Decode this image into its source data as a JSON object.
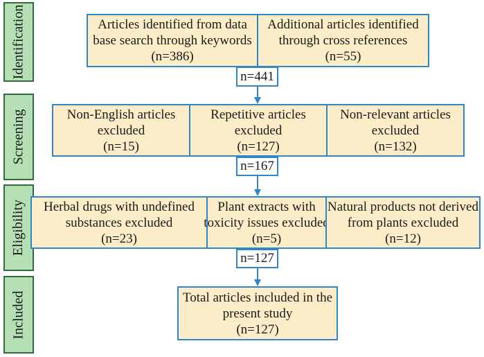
{
  "stages": {
    "identification": "Identification",
    "screening": "Screening",
    "eligibility": "Eligibility",
    "included": "Included"
  },
  "identification": {
    "database": [
      "Articles identified from data",
      "base search through keywords",
      "(n=386)"
    ],
    "cross_ref": [
      "Additional articles identified",
      "through cross references",
      "(n=55)"
    ],
    "total": "n=441"
  },
  "screening": {
    "non_english": [
      "Non-English articles",
      "excluded",
      "(n=15)"
    ],
    "repetitive": [
      "Repetitive articles",
      "excluded",
      "(n=127)"
    ],
    "non_relevant": [
      "Non-relevant articles",
      "excluded",
      "(n=132)"
    ],
    "total": "n=167"
  },
  "eligibility": {
    "herbal": [
      "Herbal drugs with undefined",
      "substances excluded",
      "(n=23)"
    ],
    "toxicity": [
      "Plant extracts with",
      "toxicity issues excluded",
      "(n=5)"
    ],
    "natural": [
      "Natural products not derived",
      "from plants excluded",
      "(n=12)"
    ],
    "total": "n=127"
  },
  "included": {
    "final": [
      "Total articles included in the",
      "present  study",
      "(n=127)"
    ]
  },
  "colors": {
    "stage_fill": "#b5dfb5",
    "stage_border": "#2f6b3b",
    "box_fill": "#fcedc8",
    "box_border": "#2e86c9",
    "arrow": "#2e86c9"
  }
}
